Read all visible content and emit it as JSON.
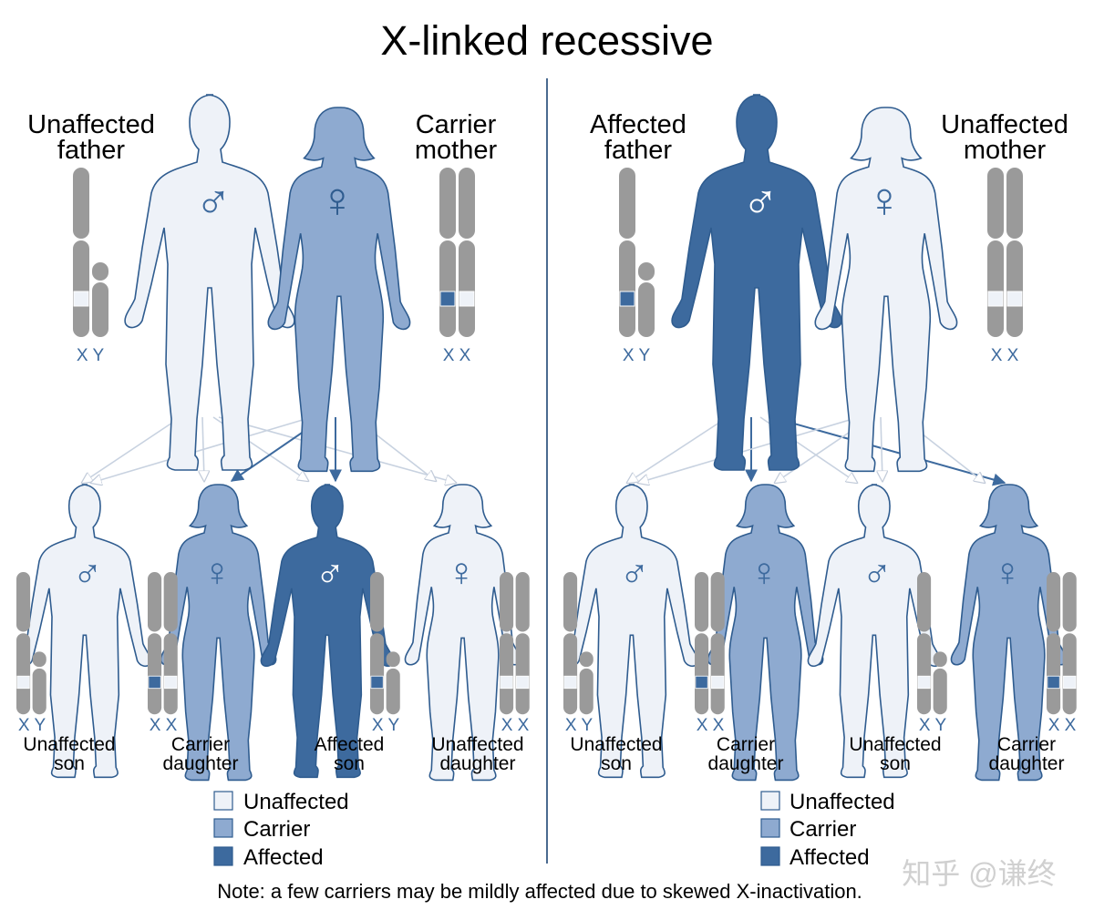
{
  "title": "X-linked recessive",
  "colors": {
    "unaffected": "#eef2f8",
    "carrier": "#8eaad0",
    "affected": "#3d6a9e",
    "outline": "#2f5c8f",
    "chromosome": "#9a9a9a",
    "faint_arrow": "#c8d2e0",
    "divider": "#4a6a90"
  },
  "left": {
    "father_label_line1": "Unaffected",
    "father_label_line2": "father",
    "mother_label_line1": "Carrier",
    "mother_label_line2": "mother",
    "father_chr_label": "X Y",
    "mother_chr_label": "X X",
    "father_status": "unaffected",
    "mother_status": "carrier",
    "father_symbol": "♂",
    "mother_symbol": "♀",
    "children": [
      {
        "line1": "Unaffected",
        "line2": "son",
        "chr": "X Y",
        "status": "unaffected",
        "symbol": "♂"
      },
      {
        "line1": "Carrier",
        "line2": "daughter",
        "chr": "X X",
        "status": "carrier",
        "symbol": "♀"
      },
      {
        "line1": "Affected",
        "line2": "son",
        "chr": "X Y",
        "status": "affected",
        "symbol": "♂"
      },
      {
        "line1": "Unaffected",
        "line2": "daughter",
        "chr": "X X",
        "status": "unaffected",
        "symbol": "♀"
      }
    ]
  },
  "right": {
    "father_label_line1": "Affected",
    "father_label_line2": "father",
    "mother_label_line1": "Unaffected",
    "mother_label_line2": "mother",
    "father_chr_label": "X Y",
    "mother_chr_label": "X X",
    "father_status": "affected",
    "mother_status": "unaffected",
    "father_symbol": "♂",
    "mother_symbol": "♀",
    "children": [
      {
        "line1": "Unaffected",
        "line2": "son",
        "chr": "X Y",
        "status": "unaffected",
        "symbol": "♂"
      },
      {
        "line1": "Carrier",
        "line2": "daughter",
        "chr": "X X",
        "status": "carrier",
        "symbol": "♀"
      },
      {
        "line1": "Unaffected",
        "line2": "son",
        "chr": "X Y",
        "status": "unaffected",
        "symbol": "♂"
      },
      {
        "line1": "Carrier",
        "line2": "daughter",
        "chr": "X X",
        "status": "carrier",
        "symbol": "♀"
      }
    ]
  },
  "legend": {
    "unaffected": "Unaffected",
    "carrier": "Carrier",
    "affected": "Affected"
  },
  "note": "Note: a few carriers may be mildly affected due to skewed X-inactivation.",
  "watermark": "知乎 @谦终"
}
